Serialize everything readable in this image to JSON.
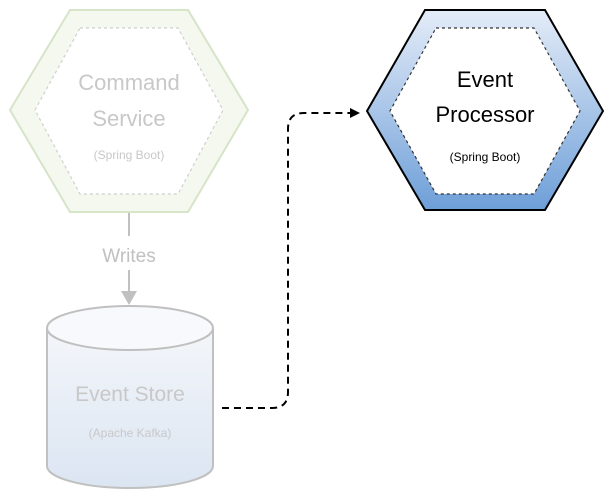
{
  "nodes": {
    "command_service": {
      "title_line1": "Command",
      "title_line2": "Service",
      "subtitle": "(Spring Boot)",
      "fill": "#f4f8ef",
      "stroke": "#d6e4c8",
      "text_color": "#c8c8c8"
    },
    "event_processor": {
      "title_line1": "Event",
      "title_line2": "Processor",
      "subtitle": "(Spring Boot)",
      "fill_top": "#e4ecf8",
      "fill_bottom": "#6e9fd8",
      "stroke": "#000000",
      "text_color": "#000000"
    },
    "event_store": {
      "title": "Event Store",
      "subtitle": "(Apache Kafka)",
      "fill_top": "#f4f6fa",
      "fill_bottom": "#dbe5f2",
      "stroke": "#c0c0c0",
      "text_color": "#c8c8c8"
    }
  },
  "edges": {
    "writes": {
      "label": "Writes",
      "color": "#c0c0c0"
    },
    "feed": {
      "color": "#000000",
      "style": "dashed"
    }
  }
}
